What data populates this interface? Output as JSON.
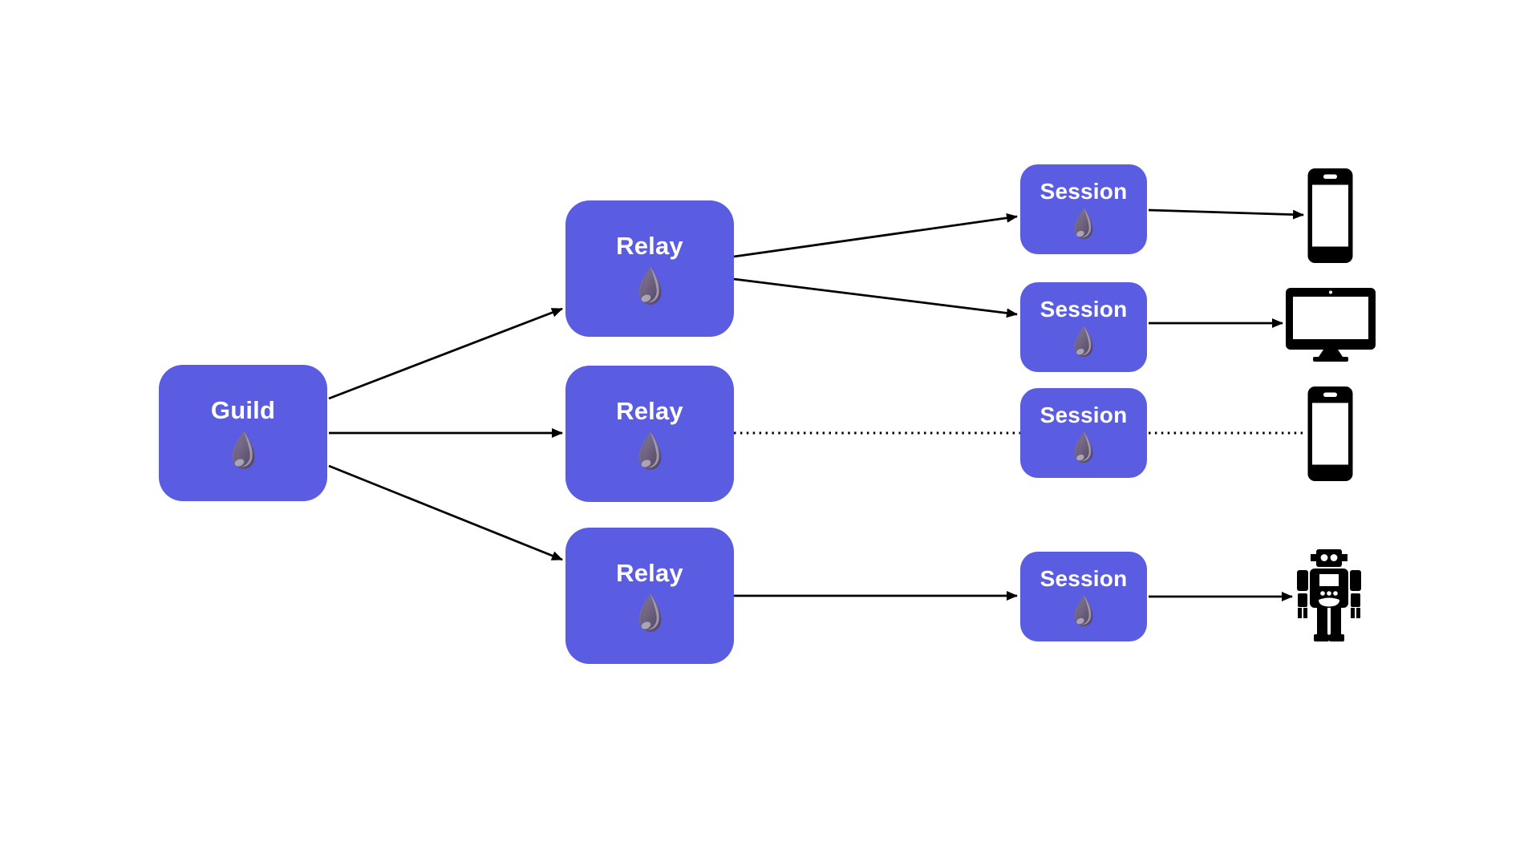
{
  "page": {
    "background": "#ffffff"
  },
  "colors": {
    "node_fill": "#5a5ce2",
    "node_text": "#ffffff",
    "edge": "#000000",
    "device_icon": "#000000",
    "drop_dark": "#4e4260",
    "drop_light": "#b3abc0"
  },
  "nodes": {
    "guild": {
      "label": "Guild",
      "icon": "elixir-drop-icon"
    },
    "relay1": {
      "label": "Relay",
      "icon": "elixir-drop-icon"
    },
    "relay2": {
      "label": "Relay",
      "icon": "elixir-drop-icon"
    },
    "relay3": {
      "label": "Relay",
      "icon": "elixir-drop-icon"
    },
    "session1": {
      "label": "Session",
      "icon": "elixir-drop-icon"
    },
    "session2": {
      "label": "Session",
      "icon": "elixir-drop-icon"
    },
    "session3": {
      "label": "Session",
      "icon": "elixir-drop-icon"
    },
    "session4": {
      "label": "Session",
      "icon": "elixir-drop-icon"
    }
  },
  "devices": {
    "phone1": {
      "icon": "smartphone-icon"
    },
    "monitor": {
      "icon": "desktop-monitor-icon"
    },
    "phone2": {
      "icon": "smartphone-icon"
    },
    "robot": {
      "icon": "robot-icon"
    }
  },
  "edges": [
    {
      "from": "guild",
      "to": "relay1",
      "style": "solid",
      "arrowhead": true
    },
    {
      "from": "guild",
      "to": "relay2",
      "style": "solid",
      "arrowhead": true
    },
    {
      "from": "guild",
      "to": "relay3",
      "style": "solid",
      "arrowhead": true
    },
    {
      "from": "relay1",
      "to": "session1",
      "style": "solid",
      "arrowhead": true
    },
    {
      "from": "relay1",
      "to": "session2",
      "style": "solid",
      "arrowhead": true
    },
    {
      "from": "relay2",
      "to": "session3",
      "style": "dotted",
      "arrowhead": false
    },
    {
      "from": "relay3",
      "to": "session4",
      "style": "solid",
      "arrowhead": true
    },
    {
      "from": "session1",
      "to": "phone1",
      "style": "solid",
      "arrowhead": true
    },
    {
      "from": "session2",
      "to": "monitor",
      "style": "solid",
      "arrowhead": true
    },
    {
      "from": "session3",
      "to": "phone2",
      "style": "dotted",
      "arrowhead": false
    },
    {
      "from": "session4",
      "to": "robot",
      "style": "solid",
      "arrowhead": true
    }
  ]
}
